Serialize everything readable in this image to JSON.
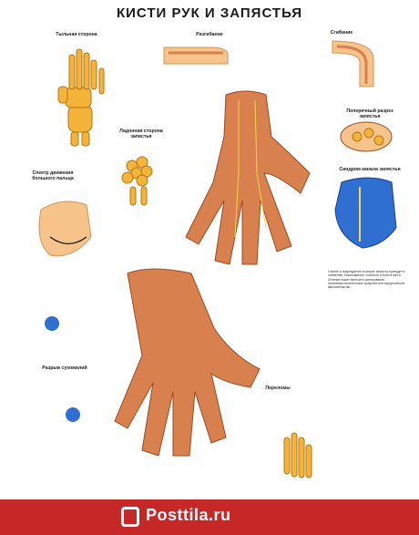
{
  "title": "КИСТИ РУК И ЗАПЯСТЬЯ",
  "sections": {
    "back": "Тыльная сторона",
    "extension": "Разгибание",
    "flexion": "Сгибание",
    "palmar_wrist": "Ладонная сторона запястья",
    "thumb_spectrum": "Спектр движения большого пальца",
    "cross_section": "Поперечный разрез запястья",
    "carpal_tunnel": "Синдром канала запястья",
    "fractures": "Переломы",
    "rupture": "Разрыв сухожилий"
  },
  "carpal_tunnel_note": "Сжатие и повреждение в канале запястья приводит к онемению, покалыванию, слабости и боли в кисти. Лечение может включать шинирование, противовоспалительные средства или хирургическое вмешательство.",
  "watermark": "Posttila.ru",
  "colors": {
    "accent": "#c62828",
    "bone": "#f4b43a",
    "muscle": "#d9804f",
    "skin": "#f6c48a",
    "nerve": "#f2d64b",
    "blue": "#2e6fd1"
  }
}
